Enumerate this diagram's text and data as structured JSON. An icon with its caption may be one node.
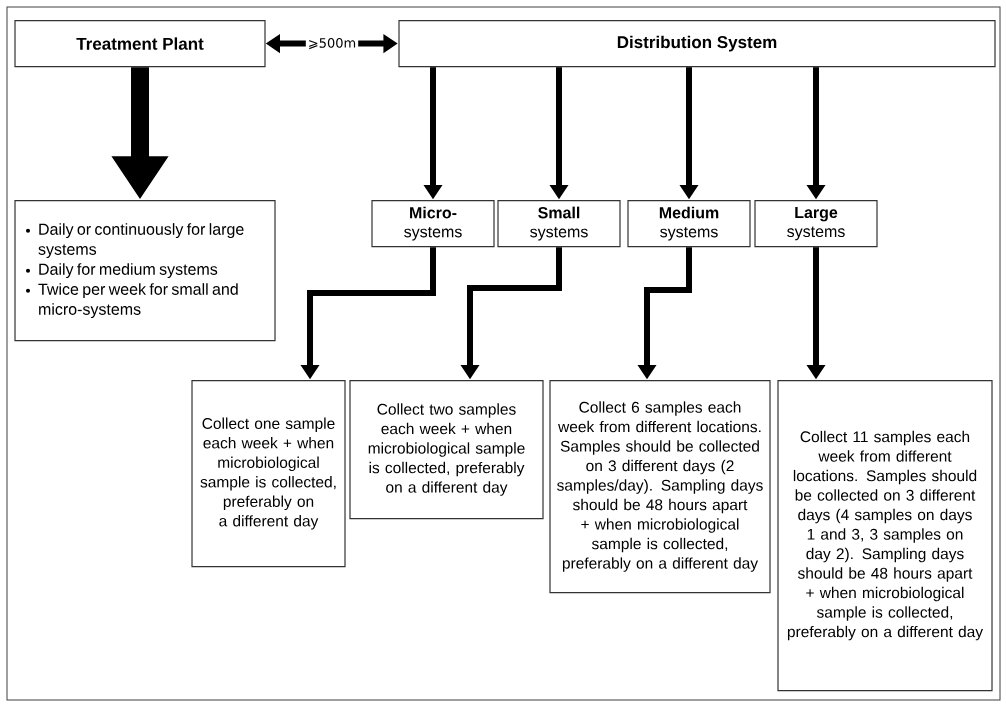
{
  "diagram": {
    "nodes": [
      {
        "text": [
          "Treatment Plant"
        ]
      },
      {
        "text": [
          "Distribution System"
        ]
      },
      {
        "text": [
          "Daily or continuously for large systems",
          "Daily for medium systems",
          "Twice per week for small and micro-systems"
        ]
      },
      {
        "text": [
          "Micro-",
          "systems"
        ]
      },
      {
        "text": [
          "Small",
          "systems"
        ]
      },
      {
        "text": [
          "Medium",
          "systems"
        ]
      },
      {
        "text": [
          "Large",
          "systems"
        ]
      },
      {
        "text": [
          "Collect one sample each week + when microbiological sample is collected, preferably on a different day"
        ]
      },
      {
        "text": [
          "Collect two samples each week + when microbiological sample is collected, preferably on a different day"
        ]
      },
      {
        "text": [
          "Collect 6 samples each week from different locations. Samples should be collected on 3 different days (2 samples/day). Sampling days should be 48 hours apart + when microbiological sample is collected, preferably on a different day"
        ]
      },
      {
        "text": [
          "Collect 11 samples each week from different locations. Samples should be collected on 3 different days (4 samples on days 1 and 3, 3 samples on day 2). Sampling days should be 48 hours apart + when microbiological sample is collected, preferably on a different day"
        ]
      }
    ],
    "edges": [
      {
        "from": 0,
        "to": 1,
        "arrow": "both",
        "label": "⩾500m"
      },
      {
        "from": 0,
        "to": 2,
        "arrow": "to",
        "style": "thick"
      },
      {
        "from": 1,
        "to": 3,
        "arrow": "to"
      },
      {
        "from": 1,
        "to": 4,
        "arrow": "to"
      },
      {
        "from": 1,
        "to": 5,
        "arrow": "to"
      },
      {
        "from": 1,
        "to": 6,
        "arrow": "to"
      },
      {
        "from": 3,
        "to": 7,
        "arrow": "to"
      },
      {
        "from": 4,
        "to": 8,
        "arrow": "to"
      },
      {
        "from": 5,
        "to": 9,
        "arrow": "to"
      },
      {
        "from": 6,
        "to": 10,
        "arrow": "to"
      }
    ]
  }
}
